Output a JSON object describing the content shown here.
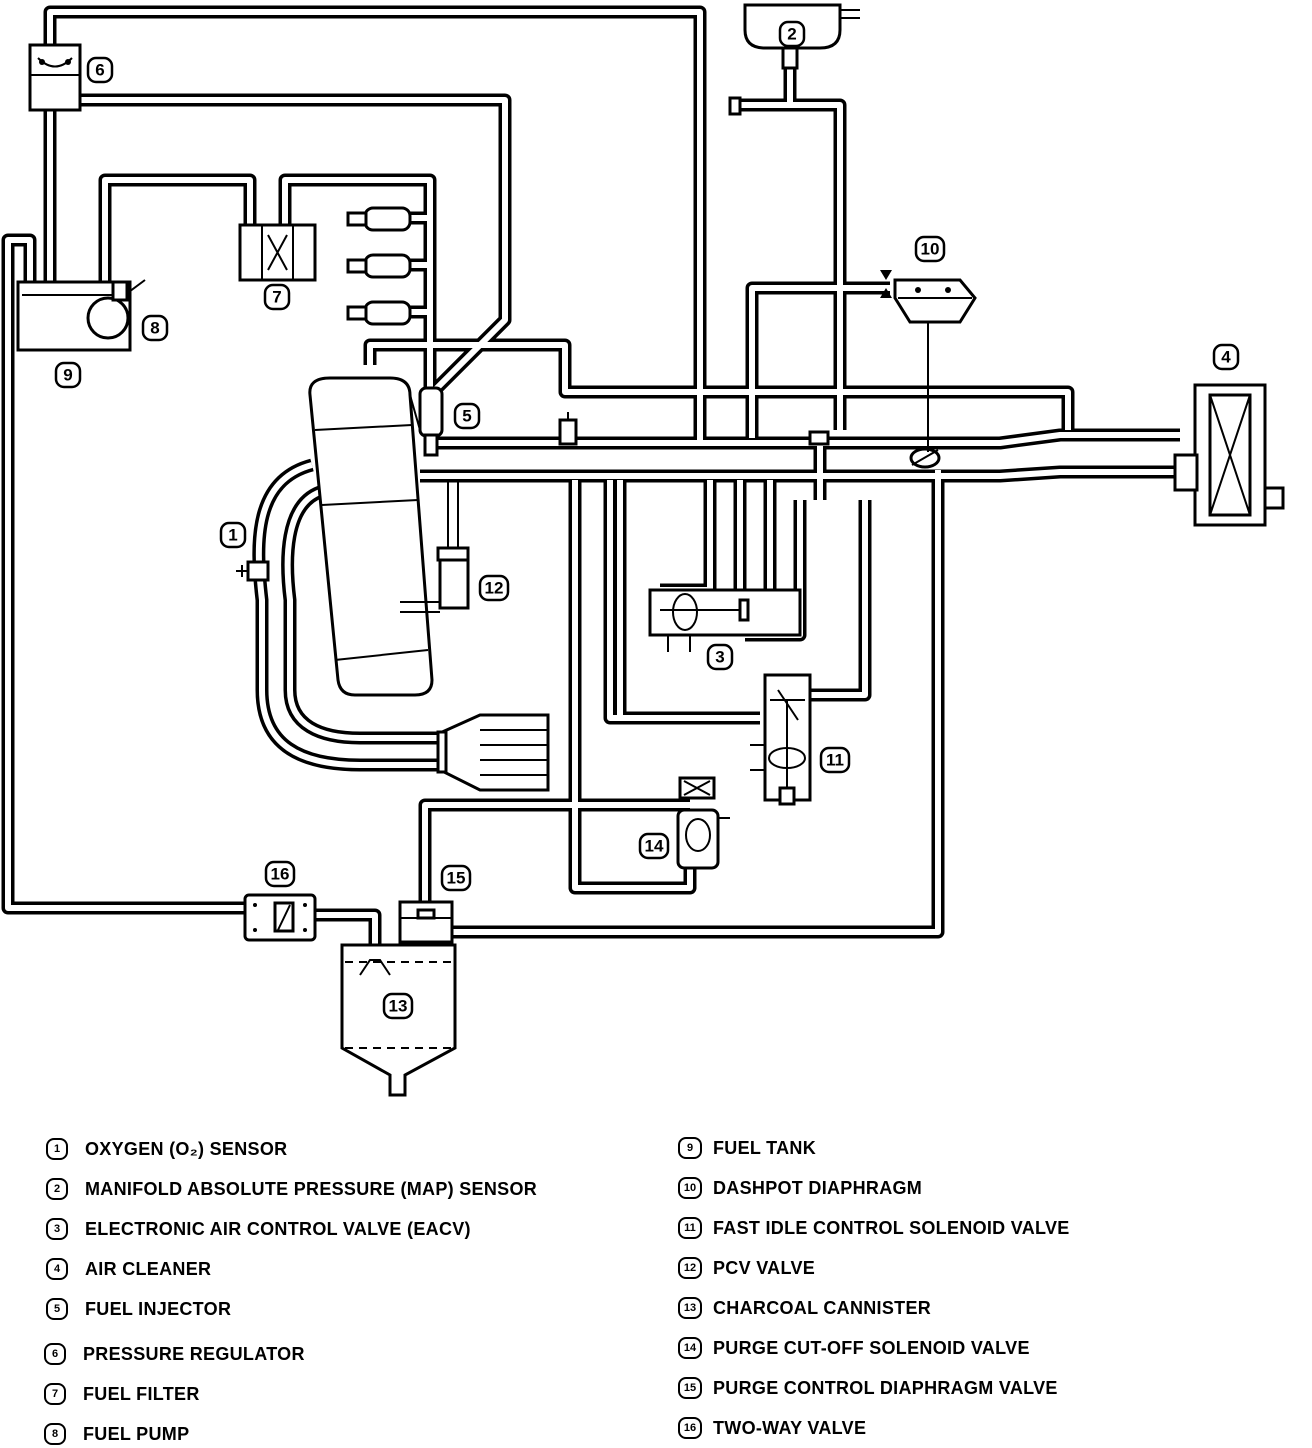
{
  "badges": [
    {
      "num": "1"
    },
    {
      "num": "2"
    },
    {
      "num": "3"
    },
    {
      "num": "4"
    },
    {
      "num": "5"
    },
    {
      "num": "6"
    },
    {
      "num": "7"
    },
    {
      "num": "8"
    },
    {
      "num": "9"
    },
    {
      "num": "10"
    },
    {
      "num": "11"
    },
    {
      "num": "12"
    },
    {
      "num": "13"
    },
    {
      "num": "14"
    },
    {
      "num": "15"
    },
    {
      "num": "16"
    }
  ],
  "legend": [
    {
      "num": "1",
      "label": "OXYGEN (O₂) SENSOR"
    },
    {
      "num": "2",
      "label": "MANIFOLD ABSOLUTE PRESSURE (MAP) SENSOR"
    },
    {
      "num": "3",
      "label": "ELECTRONIC AIR CONTROL VALVE (EACV)"
    },
    {
      "num": "4",
      "label": "AIR CLEANER"
    },
    {
      "num": "5",
      "label": "FUEL INJECTOR"
    },
    {
      "num": "6",
      "label": "PRESSURE REGULATOR"
    },
    {
      "num": "7",
      "label": "FUEL FILTER"
    },
    {
      "num": "8",
      "label": "FUEL PUMP"
    },
    {
      "num": "9",
      "label": "FUEL TANK"
    },
    {
      "num": "10",
      "label": "DASHPOT DIAPHRAGM"
    },
    {
      "num": "11",
      "label": "FAST IDLE CONTROL SOLENOID VALVE"
    },
    {
      "num": "12",
      "label": "PCV VALVE"
    },
    {
      "num": "13",
      "label": "CHARCOAL CANNISTER"
    },
    {
      "num": "14",
      "label": "PURGE CUT-OFF SOLENOID VALVE"
    },
    {
      "num": "15",
      "label": "PURGE CONTROL DIAPHRAGM VALVE"
    },
    {
      "num": "16",
      "label": "TWO-WAY VALVE"
    }
  ]
}
